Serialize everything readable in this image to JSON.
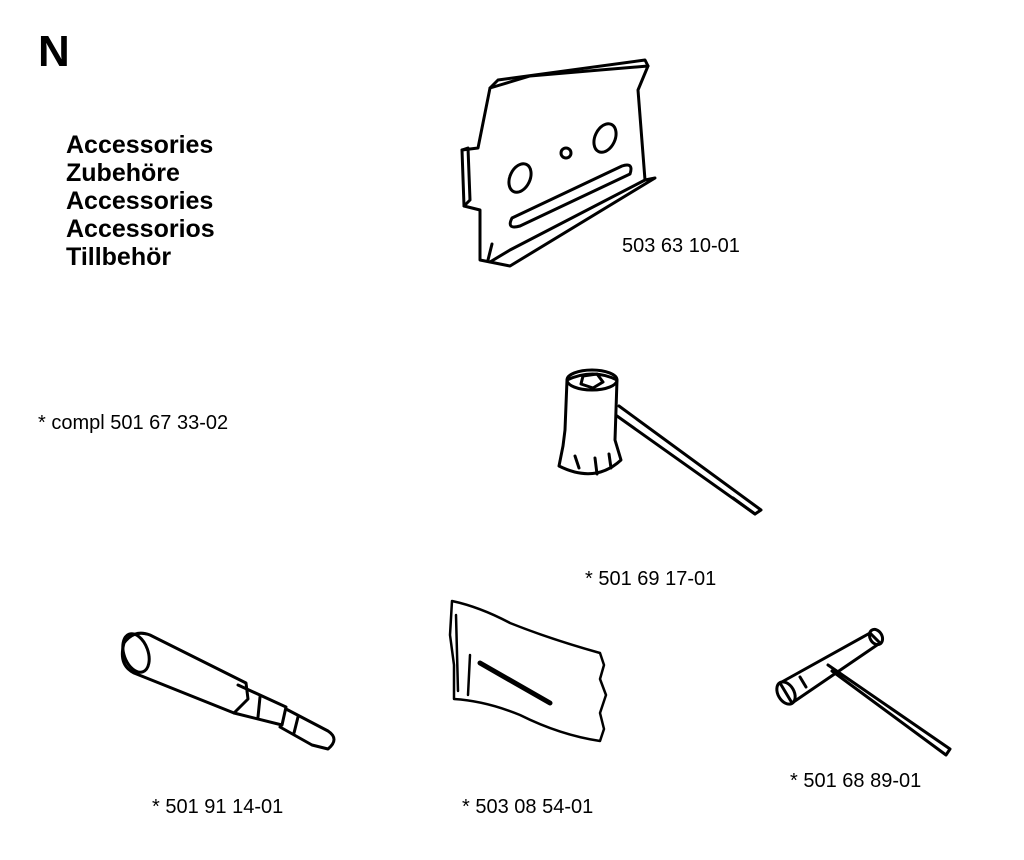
{
  "section_letter": "N",
  "titles": [
    "Accessories",
    "Zubehöre",
    "Accessories",
    "Accessorios",
    "Tillbehör"
  ],
  "parts": {
    "bar_plate": "503 63 10-01",
    "kit_complete": "* compl 501 67 33-02",
    "combination_wrench": "*  501 69 17-01",
    "grease_gun": "*  501 91 14-01",
    "bar_cover": "*  503 08 54-01",
    "t_wrench": "*  501 68 89-01"
  }
}
